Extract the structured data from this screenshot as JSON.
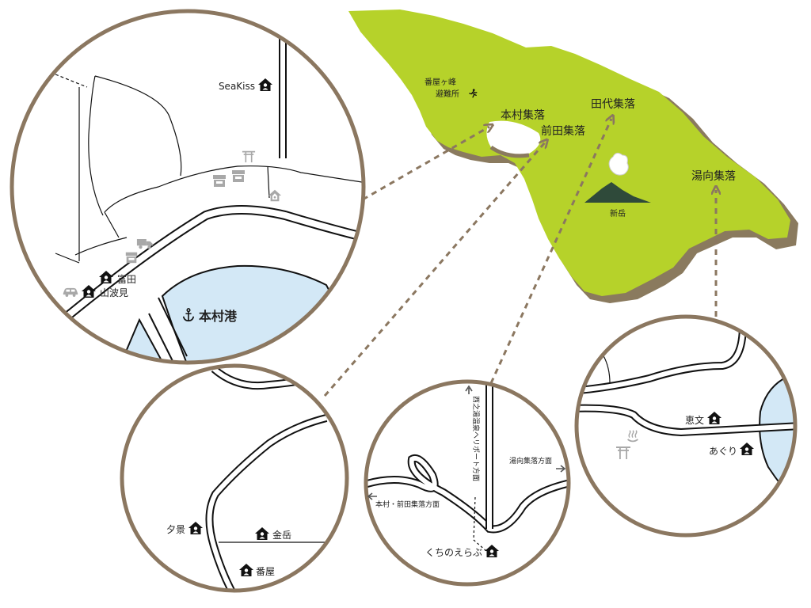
{
  "colors": {
    "island": "#b6d22a",
    "cliff": "#8a7a5e",
    "ring": "#8b7760",
    "water": "#d3e8f6",
    "mountain": "#2f4a3a",
    "road": "#111111",
    "dashed": "#8b7760",
    "gray_icon": "#a8a8a8"
  },
  "island": {
    "villages": {
      "honmura": "本村集落",
      "maeda": "前田集落",
      "tashiro": "田代集落",
      "yumuki": "湯向集落"
    },
    "shelter_line1": "番屋ヶ峰",
    "shelter_line2": "避難所",
    "mountain": "新岳"
  },
  "circle_honmura": {
    "places": {
      "seakiss": "SeaKiss",
      "tomita": "富田",
      "yamahami": "山波見"
    },
    "port": "本村港"
  },
  "circle_maeda": {
    "places": {
      "yukage": "夕景",
      "kanedake": "金岳",
      "banya": "番屋"
    }
  },
  "circle_heliport": {
    "direction_heliport": "西之湯温泉ヘリポート方面",
    "direction_yumuki": "湯向集落方面",
    "direction_honmura_maeda": "本村・前田集落方面",
    "place_kuchinoerabu": "くちのえらぶ"
  },
  "circle_yumuki": {
    "places": {
      "keibun": "恵文",
      "aguri": "あぐり"
    }
  }
}
